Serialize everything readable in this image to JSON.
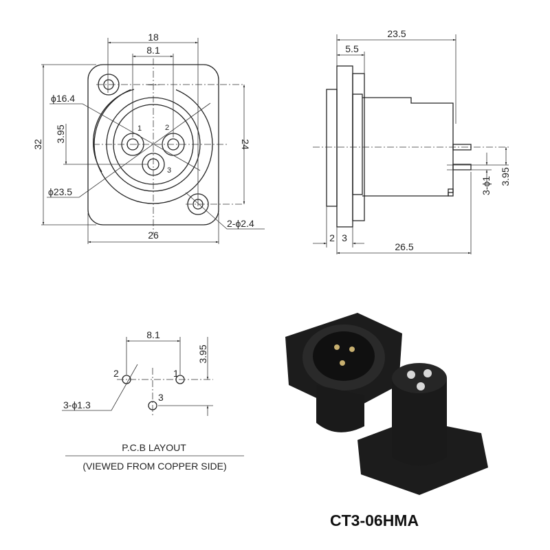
{
  "front_view": {
    "dims": {
      "width_pin_spacing": "18",
      "pin_spacing": "8.1",
      "height": "32",
      "pin_offset": "3.95",
      "inner_dia": "ϕ16.4",
      "outer_dia": "ϕ23.5",
      "hole_spacing": "24",
      "plate_width": "26",
      "mount_holes": "2-ϕ2.4"
    },
    "pins": [
      "1",
      "2",
      "3"
    ]
  },
  "side_view": {
    "dims": {
      "depth": "23.5",
      "flange": "5.5",
      "a": "2",
      "b": "3",
      "total": "26.5",
      "pin_dia": "3-ϕ1",
      "pin_offset": "3.95"
    }
  },
  "pcb_layout": {
    "dims": {
      "spacing": "8.1",
      "offset": "3.95",
      "hole_dia": "3-ϕ1.3"
    },
    "pins": [
      "1",
      "2",
      "3"
    ],
    "title": "P.C.B LAYOUT",
    "subtitle": "(VIEWED FROM COPPER SIDE)"
  },
  "model": "CT3-06HMA"
}
